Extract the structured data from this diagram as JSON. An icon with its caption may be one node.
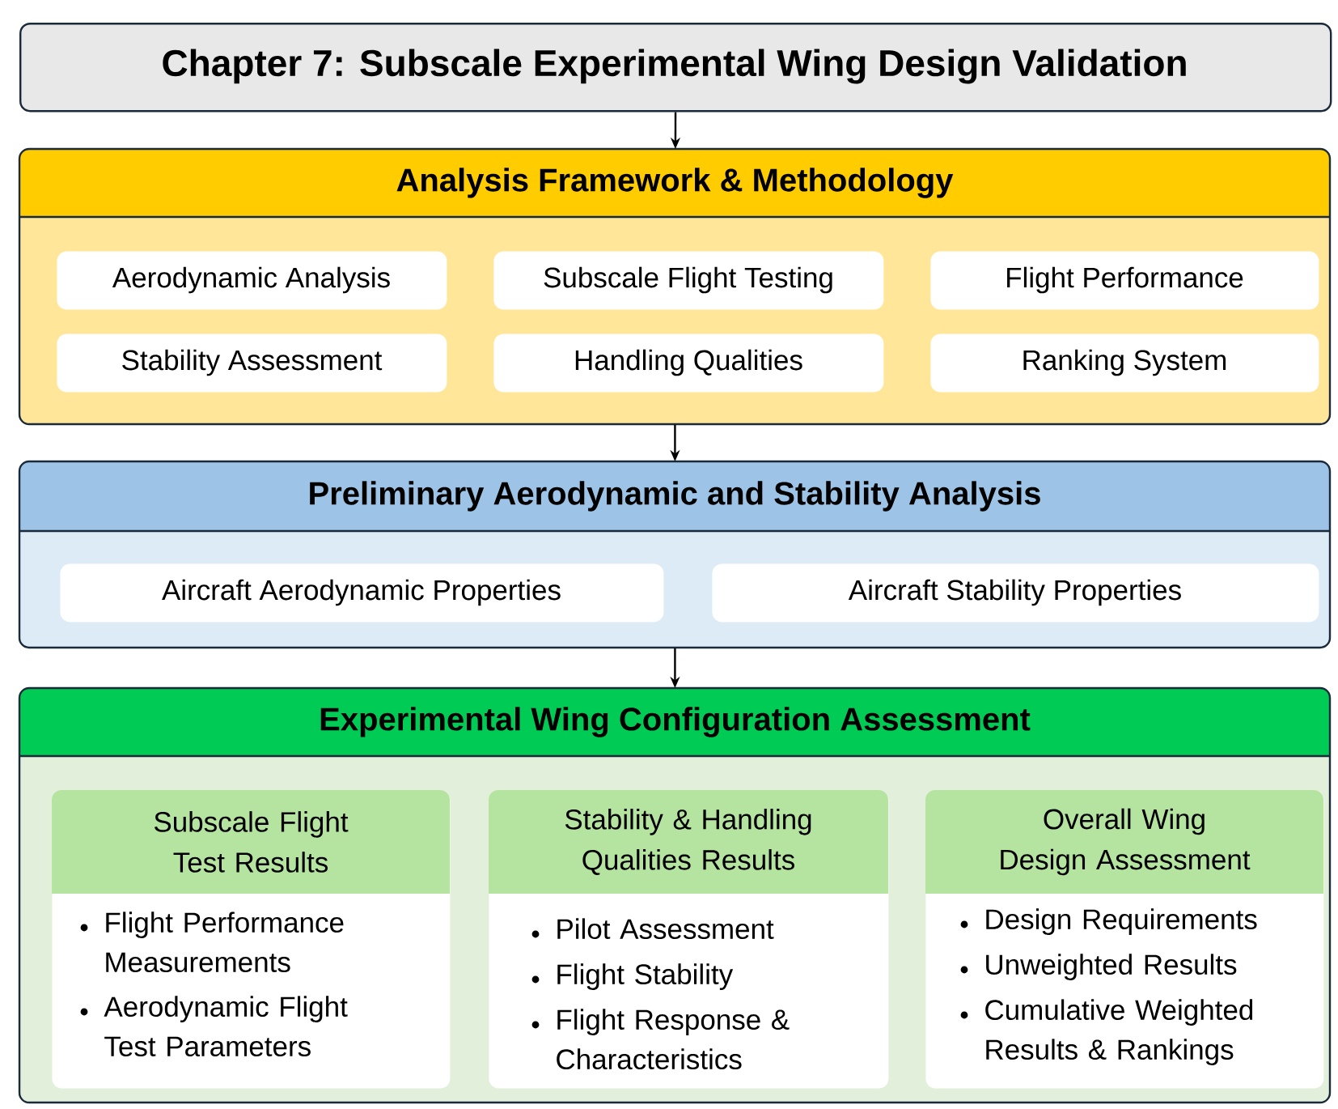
{
  "diagram": {
    "nodes": [
      {
        "text": [
          "Chapter 7: Subscale Experimental Wing Design Validation"
        ]
      },
      {
        "text": [
          "Analysis Framework & Methodology"
        ]
      },
      {
        "text": [
          "Aerodynamic Analysis"
        ],
        "in": 1
      },
      {
        "text": [
          "Subscale Flight Testing"
        ],
        "in": 1
      },
      {
        "text": [
          "Flight Performance"
        ],
        "in": 1
      },
      {
        "text": [
          "Stability Assessment"
        ],
        "in": 1
      },
      {
        "text": [
          "Handling Qualities"
        ],
        "in": 1
      },
      {
        "text": [
          "Ranking System"
        ],
        "in": 1
      },
      {
        "text": [
          "Preliminary Aerodynamic and Stability Analysis"
        ]
      },
      {
        "text": [
          "Aircraft Aerodynamic Properties"
        ],
        "in": 8
      },
      {
        "text": [
          "Aircraft Stability Properties"
        ],
        "in": 8
      },
      {
        "text": [
          "Experimental Wing Configuration Assessment"
        ]
      },
      {
        "text": [
          "Subscale Flight Test Results",
          "Flight Performance Measurements",
          "Aerodynamic Flight Test Parameters"
        ],
        "in": 11
      },
      {
        "text": [
          "Stability & Handling Qualities Results",
          "Pilot Assessment",
          "Flight Stability",
          "Flight Response & Characteristics"
        ],
        "in": 11
      },
      {
        "text": [
          "Overall Wing Design Assessment",
          "Design Requirements",
          "Unweighted Results",
          "Cumulative Weighted Results & Rankings"
        ],
        "in": 11
      }
    ],
    "edges": [
      {
        "from": 0,
        "to": 1,
        "arrow": "to"
      },
      {
        "from": 1,
        "to": 8,
        "arrow": "to"
      },
      {
        "from": 8,
        "to": 11,
        "arrow": "to"
      }
    ]
  }
}
